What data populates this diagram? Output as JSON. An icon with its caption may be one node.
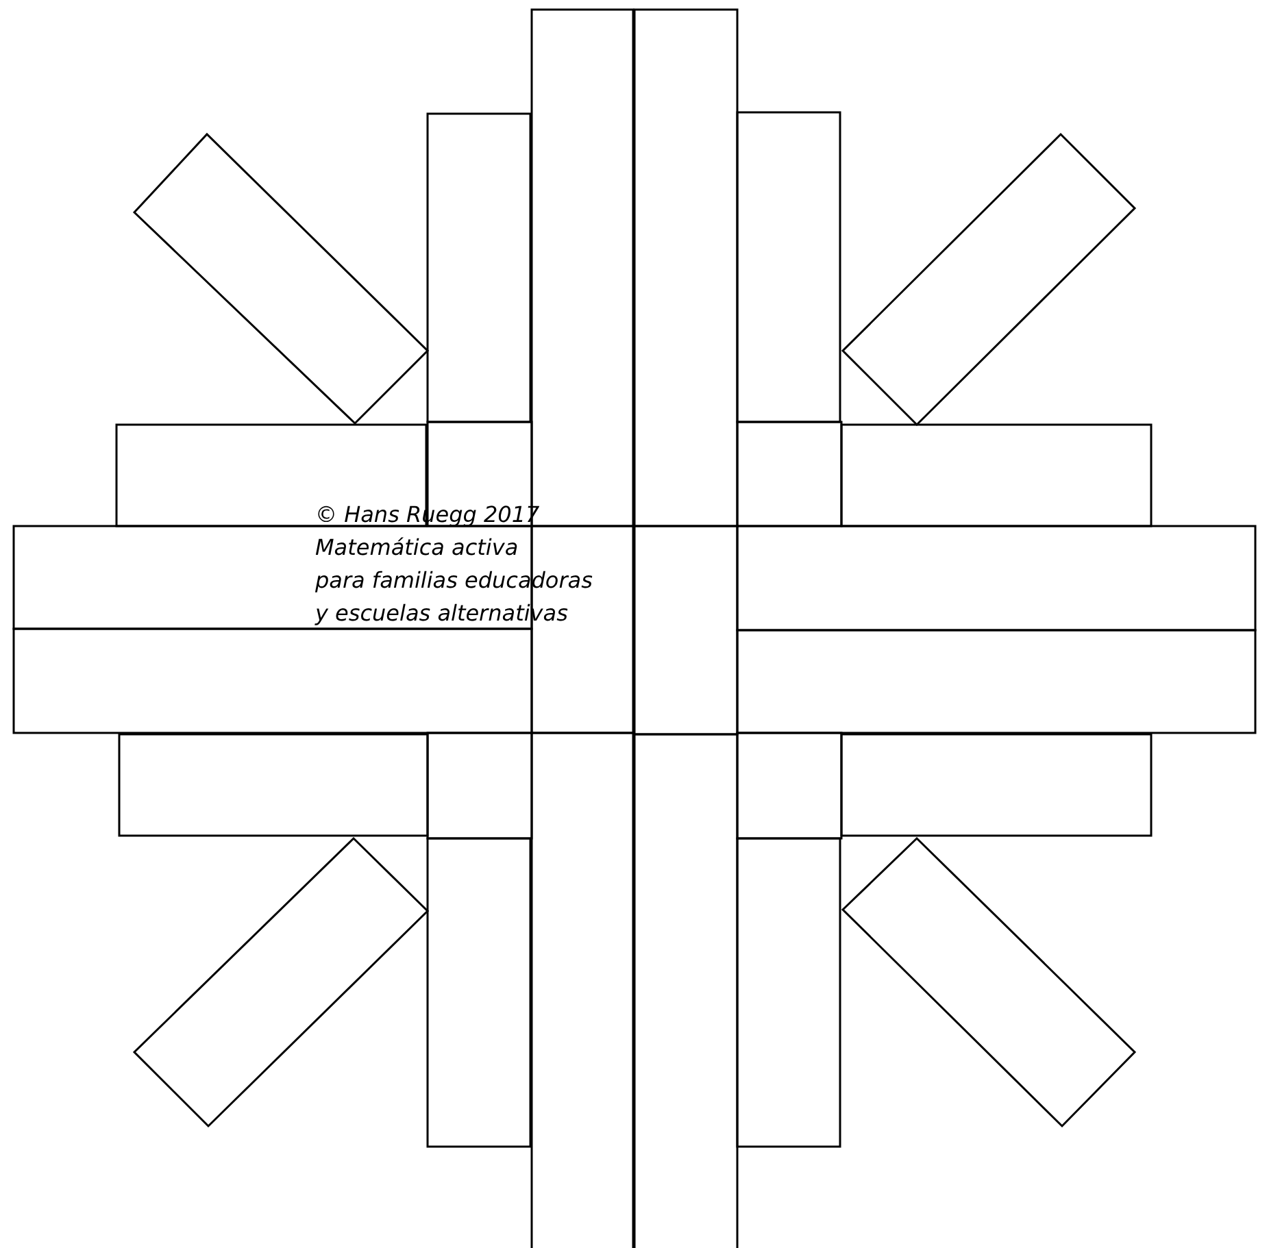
{
  "diagram": {
    "labels": [
      "© Hans Ruegg 2017",
      "Matemática activa",
      "para familias educadoras",
      "y escuelas alternativas"
    ]
  }
}
